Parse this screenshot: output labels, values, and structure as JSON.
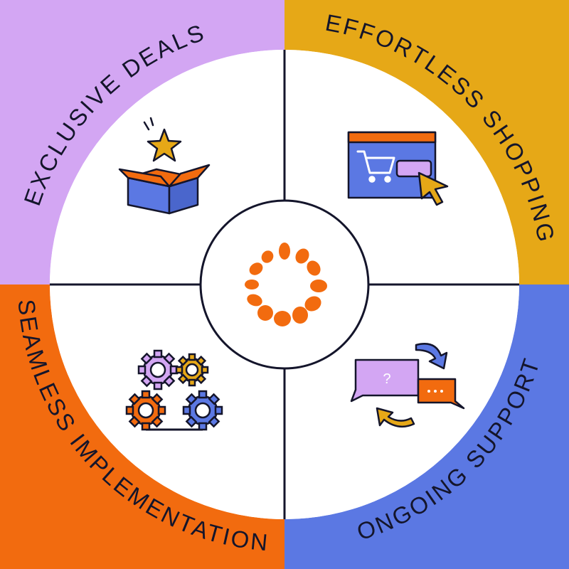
{
  "diagram": {
    "quadrants": [
      {
        "id": "top-left",
        "label": "EXCLUSIVE DEALS",
        "color": "#d3a6f3",
        "icon": "gift-box-star-icon"
      },
      {
        "id": "top-right",
        "label": "EFFORTLESS SHOPPING",
        "color": "#e6a817",
        "icon": "shopping-cart-browser-icon"
      },
      {
        "id": "bottom-right",
        "label": "ONGOING SUPPORT",
        "color": "#5b78e3",
        "icon": "chat-bubbles-icon"
      },
      {
        "id": "bottom-left",
        "label": "SEAMLESS IMPLEMENTATION",
        "color": "#f26b0f",
        "icon": "gears-icon"
      }
    ],
    "center_logo": {
      "icon": "dot-ring-logo-icon",
      "color": "#f26b0f"
    },
    "outline_color": "#14152b",
    "icon_colors": {
      "blue": "#5b78e3",
      "orange": "#f26b0f",
      "purple": "#d3a6f3",
      "yellow": "#e6a817"
    }
  }
}
